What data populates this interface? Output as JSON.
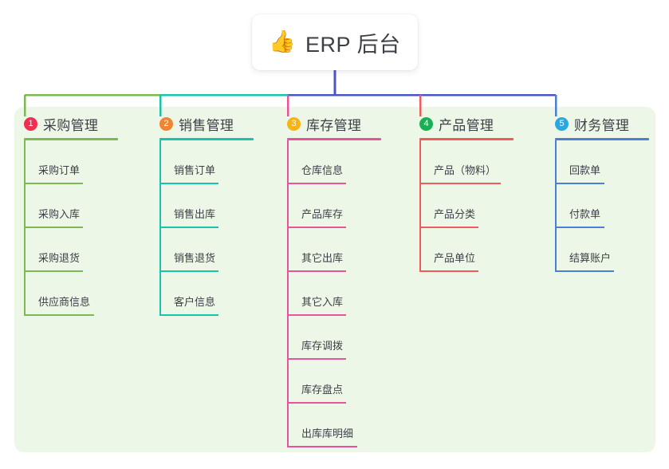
{
  "root": {
    "emoji": "👍",
    "emoji_name": "thumbs-up-icon",
    "title": "ERP 后台"
  },
  "theme": {
    "panel_bg": "#edf7e8",
    "card_bg": "#ffffff",
    "text": "#3c3f46"
  },
  "connector": {
    "segments": [
      {
        "name": "bus-green",
        "color": "#7cb952"
      },
      {
        "name": "bus-teal",
        "color": "#19c3ac"
      },
      {
        "name": "bus-blue",
        "color": "#4a57c0"
      }
    ]
  },
  "columns": [
    {
      "index": "1",
      "title": "采购管理",
      "color": "#7cb952",
      "badge_color": "#ef2e50",
      "items": [
        {
          "label": "采购订单",
          "width": 74
        },
        {
          "label": "采购入库",
          "width": 74
        },
        {
          "label": "采购退货",
          "width": 74
        },
        {
          "label": "供应商信息",
          "width": 88
        }
      ]
    },
    {
      "index": "2",
      "title": "销售管理",
      "color": "#19c3ac",
      "badge_color": "#f08431",
      "items": [
        {
          "label": "销售订单",
          "width": 74
        },
        {
          "label": "销售出库",
          "width": 74
        },
        {
          "label": "销售退货",
          "width": 74
        },
        {
          "label": "客户信息",
          "width": 74
        }
      ]
    },
    {
      "index": "3",
      "title": "库存管理",
      "color": "#e8539b",
      "badge_color": "#f5b518",
      "items": [
        {
          "label": "仓库信息",
          "width": 74
        },
        {
          "label": "产品库存",
          "width": 74
        },
        {
          "label": "其它出库",
          "width": 74
        },
        {
          "label": "其它入库",
          "width": 74
        },
        {
          "label": "库存调拨",
          "width": 74
        },
        {
          "label": "库存盘点",
          "width": 74
        },
        {
          "label": "出库库明细",
          "width": 88
        }
      ]
    },
    {
      "index": "4",
      "title": "产品管理",
      "color": "#f05b5b",
      "badge_color": "#1aaf54",
      "items": [
        {
          "label": "产品（物料）",
          "width": 102
        },
        {
          "label": "产品分类",
          "width": 74
        },
        {
          "label": "产品单位",
          "width": 74
        }
      ]
    },
    {
      "index": "5",
      "title": "财务管理",
      "color": "#4a7fd4",
      "badge_color": "#29a8e0",
      "items": [
        {
          "label": "回款单",
          "width": 62
        },
        {
          "label": "付款单",
          "width": 62
        },
        {
          "label": "结算账户",
          "width": 74
        }
      ]
    }
  ]
}
